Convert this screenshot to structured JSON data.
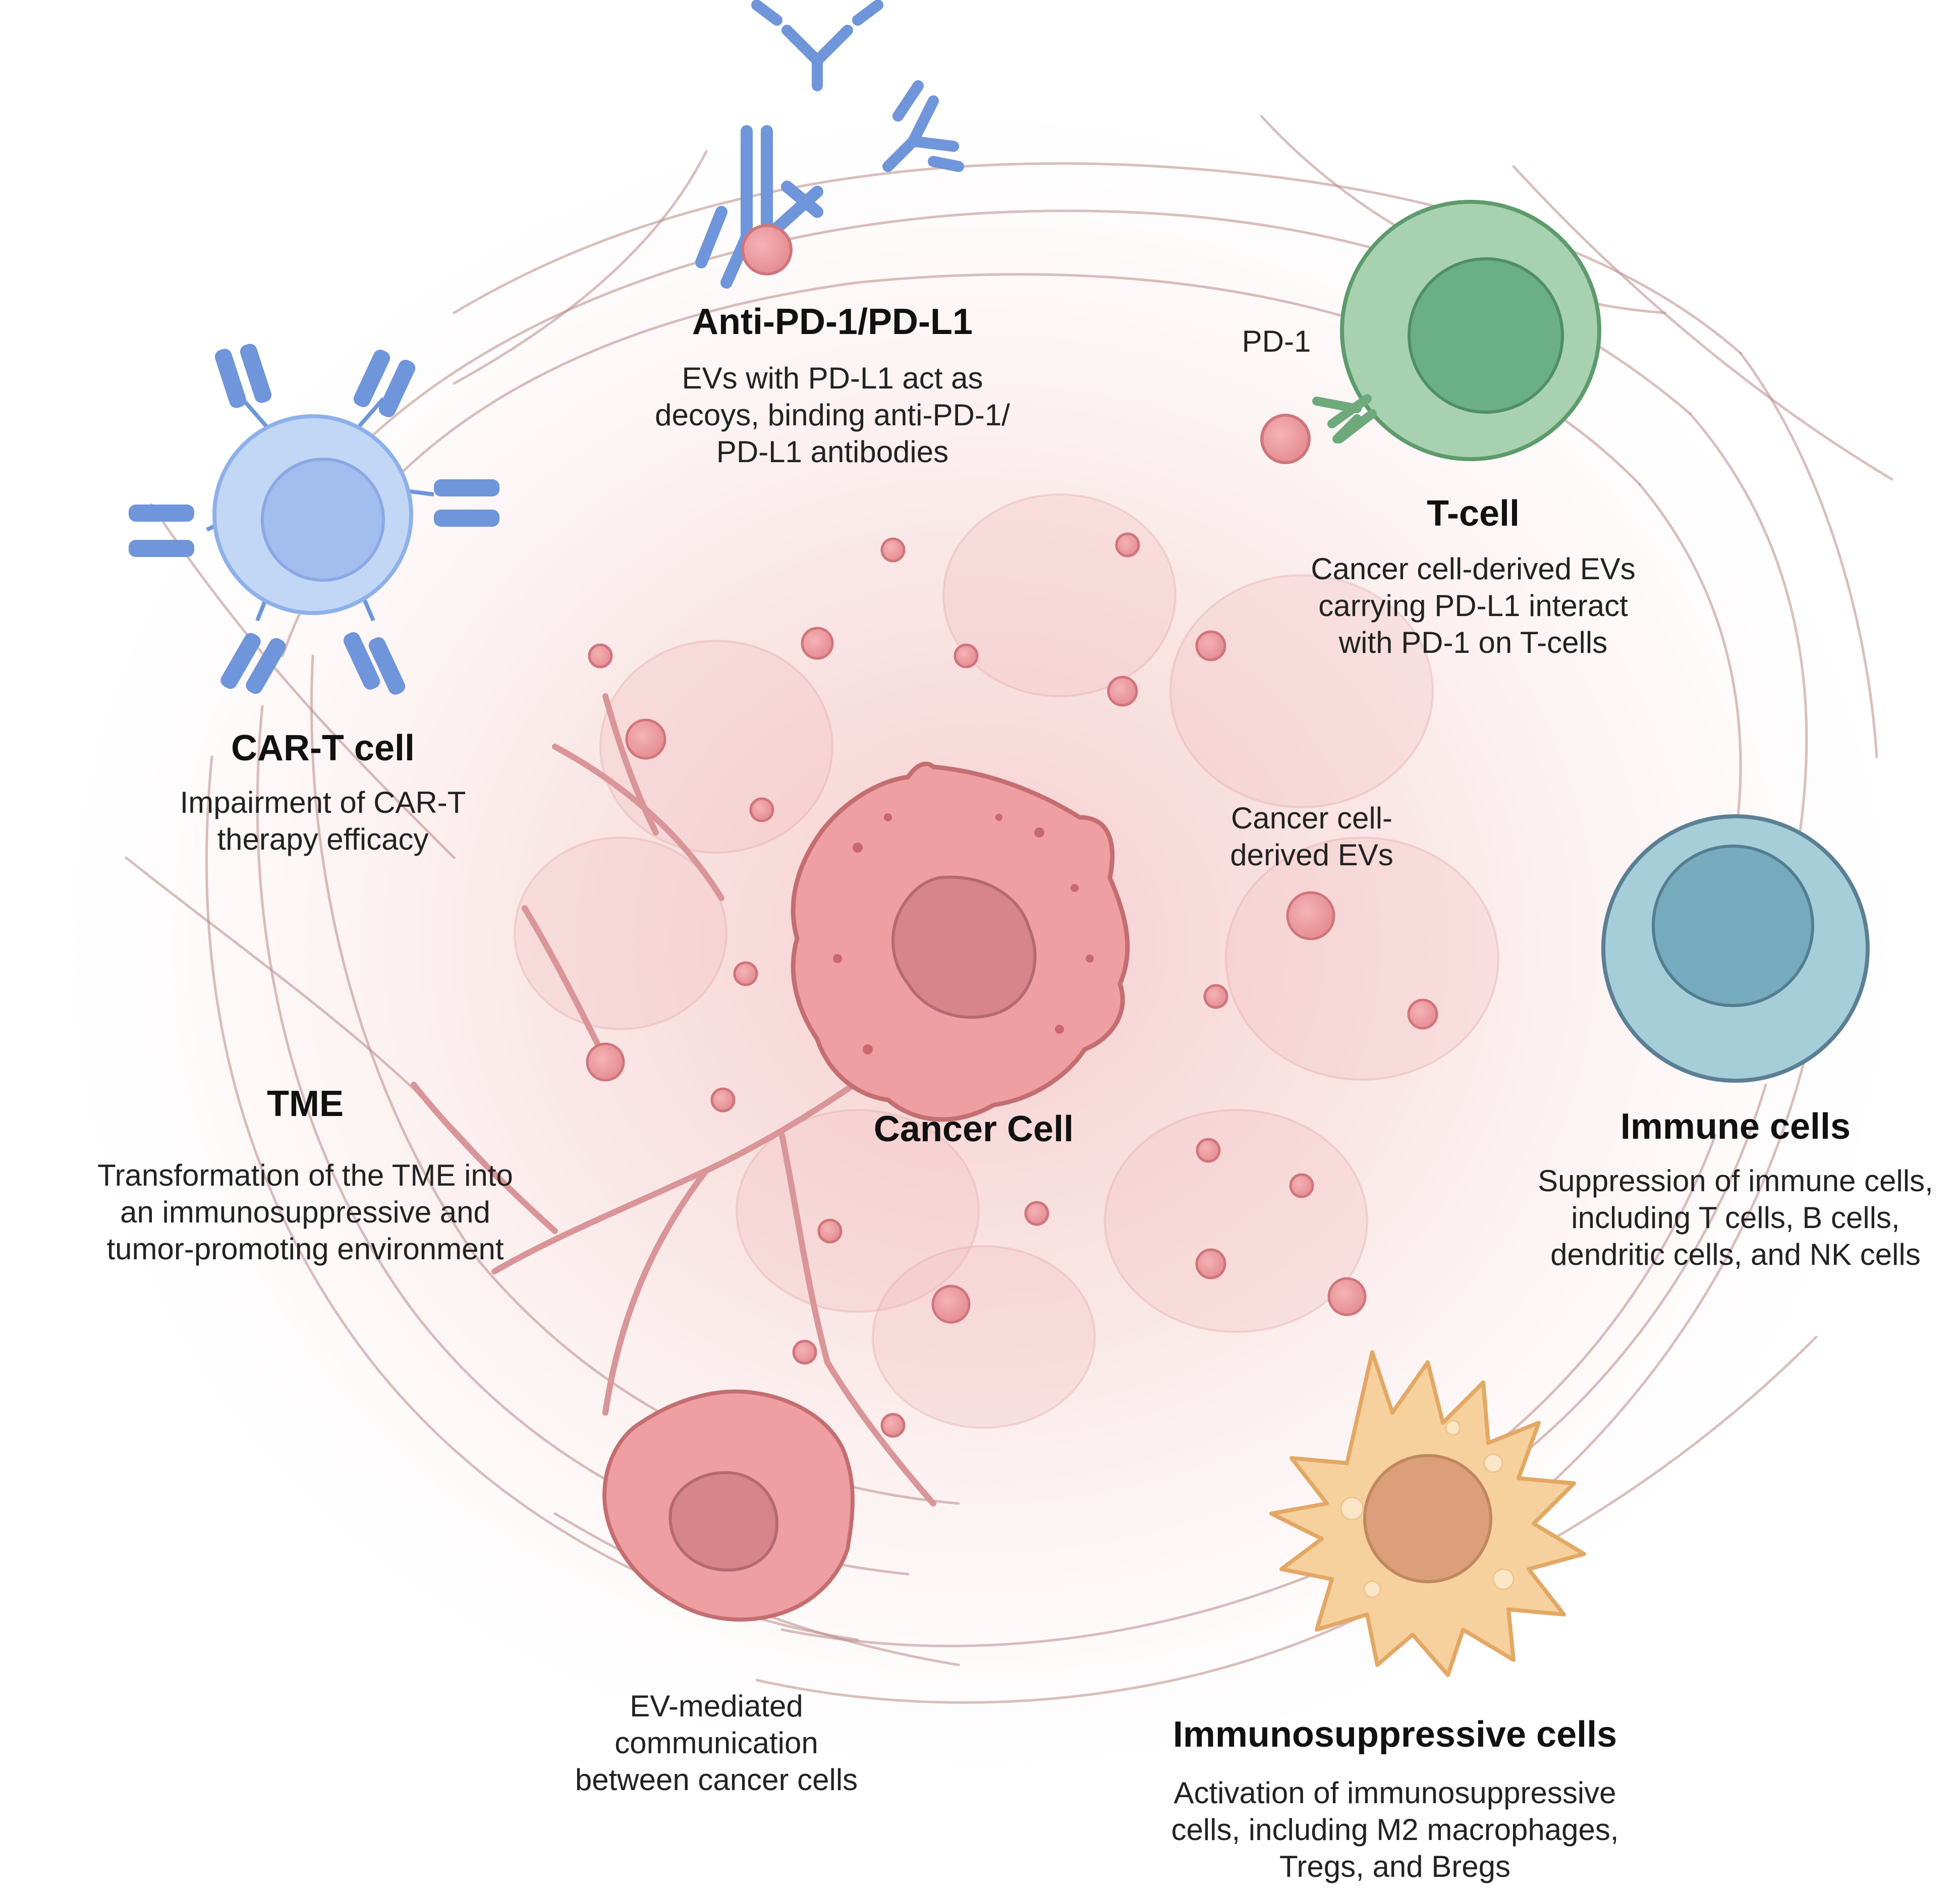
{
  "colors": {
    "tme_glow": "#f6d3d3",
    "fiber": "#b88a86",
    "cancer_cell_fill": "#ef9fa2",
    "cancer_cell_stroke": "#c46e71",
    "cancer_nucleus": "#d7848a",
    "ev_fill": "#ef9fa2",
    "ev_stroke": "#d0757b",
    "antibody": "#6f95da",
    "car_t_cell": "#c2d7f6",
    "car_t_nucleus": "#a2bdee",
    "t_cell": "#a8d1b0",
    "t_cell_nucleus": "#6bb085",
    "pd1_receptor": "#6faa7c",
    "immune_cell": "#a6ced8",
    "immune_cell_nucleus": "#76abbd",
    "macrophage": "#f6d19e",
    "macrophage_nucleus": "#dba07a"
  },
  "icons": [
    "antibody-icon",
    "car-t-cell-icon",
    "t-cell-icon",
    "pd1-receptor-icon",
    "immune-cell-icon",
    "cancer-cell-icon",
    "extracellular-vesicle-icon",
    "macrophage-icon",
    "blood-vessel-icon",
    "collagen-fiber-icon"
  ],
  "labels": {
    "anti_pd1": {
      "title": "Anti-PD-1/PD-L1",
      "lines": [
        "EVs with PD-L1 act as",
        "decoys, binding anti-PD-1/",
        "PD-L1 antibodies"
      ]
    },
    "pd1": "PD-1",
    "t_cell": {
      "title": "T-cell",
      "lines": [
        "Cancer cell-derived EVs",
        "carrying PD-L1 interact",
        "with PD-1 on T-cells"
      ]
    },
    "car_t": {
      "title": "CAR-T cell",
      "lines": [
        "Impairment of CAR-T",
        "therapy efficacy"
      ]
    },
    "cancer_evs": [
      "Cancer cell-",
      "derived EVs"
    ],
    "immune_cells": {
      "title": "Immune cells",
      "lines": [
        "Suppression of immune cells,",
        "including T cells, B cells,",
        "dendritic cells, and NK cells"
      ]
    },
    "tme": {
      "title": "TME",
      "lines": [
        "Transformation of the TME into",
        "an immunosuppressive and",
        "tumor-promoting environment"
      ]
    },
    "cancer_cell": "Cancer Cell",
    "ev_communication": [
      "EV-mediated",
      "communication",
      "between cancer cells"
    ],
    "immunosuppressive": {
      "title": "Immunosuppressive cells",
      "lines": [
        "Activation of immunosuppressive",
        "cells, including M2 macrophages,",
        "Tregs, and Bregs"
      ]
    }
  }
}
